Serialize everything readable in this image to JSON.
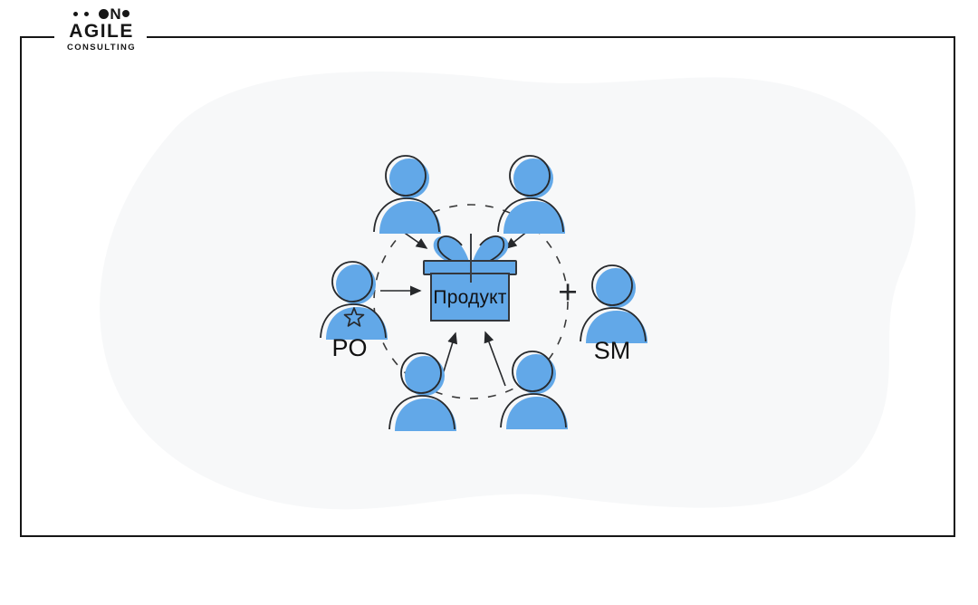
{
  "logo": {
    "mark_letter": "N",
    "title": "AGILE",
    "subtitle": "CONSULTING"
  },
  "colors": {
    "person_blue": "#62a8e8",
    "outline_dark": "#27292c",
    "frame_black": "#161616",
    "background_blob": "#f7f8f9"
  },
  "diagram": {
    "product_label": "Продукт",
    "po_label": "PO",
    "sm_label": "SM",
    "plus_label": "+"
  }
}
